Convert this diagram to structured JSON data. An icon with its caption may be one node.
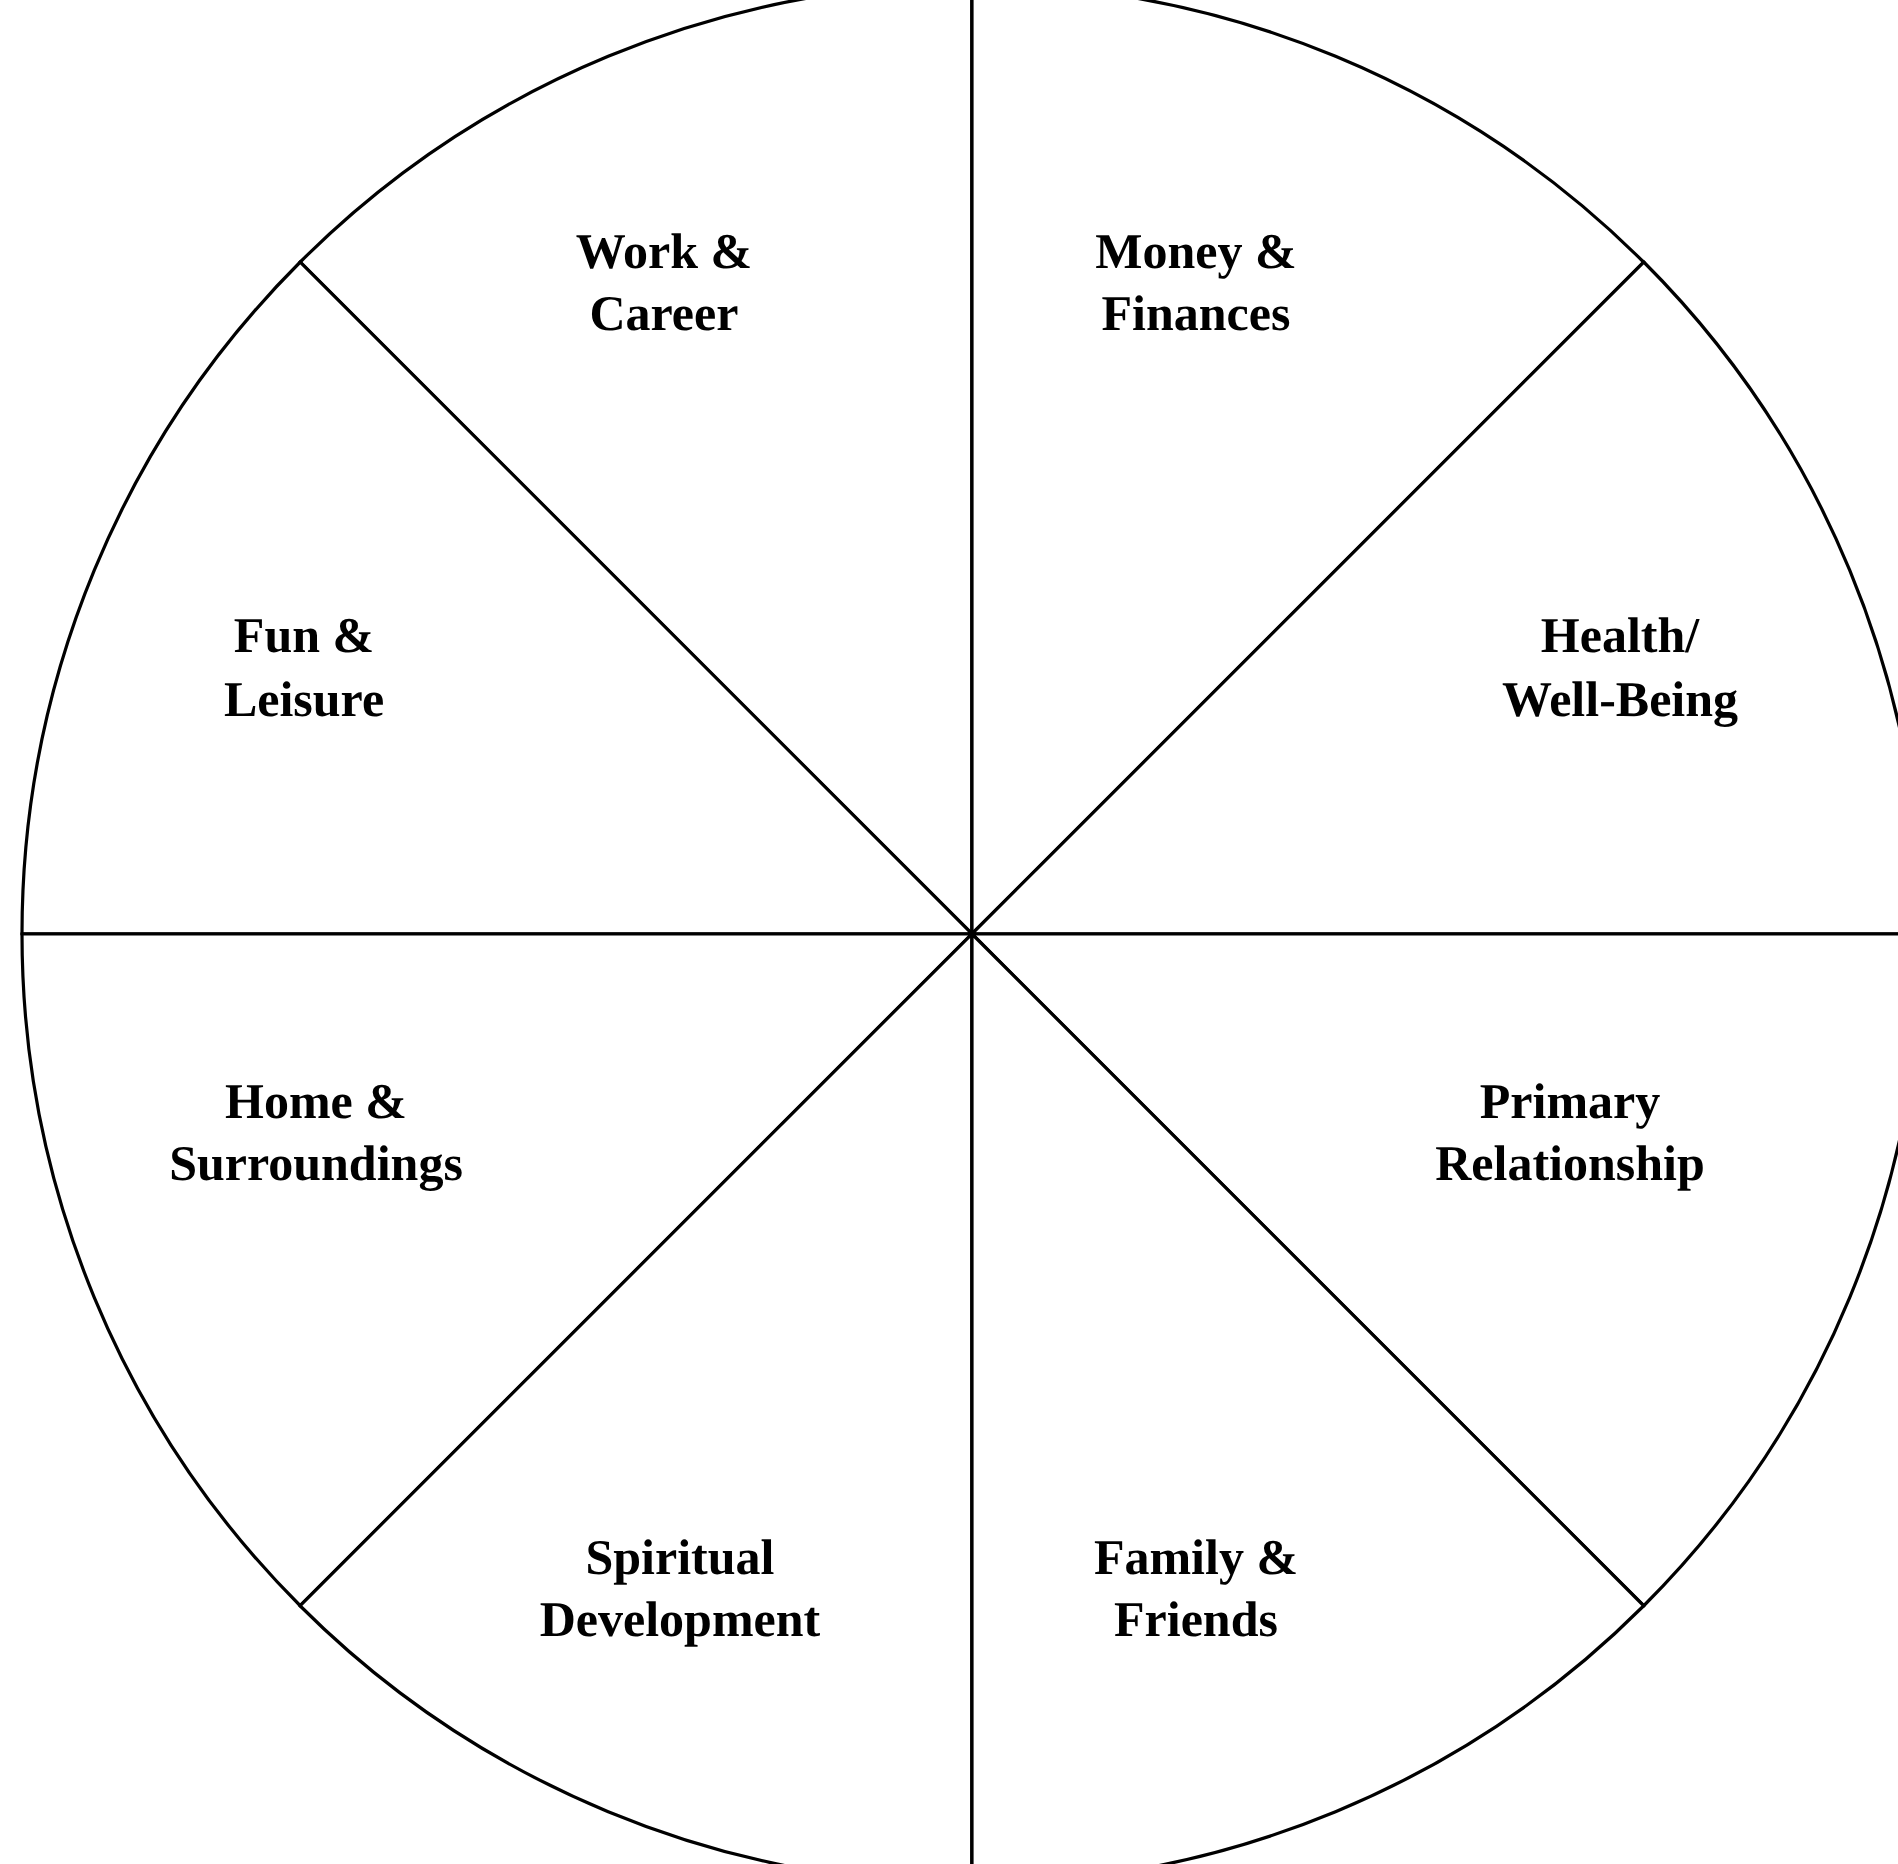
{
  "diagram": {
    "nodes": [
      {
        "text": [
          "Work & Career"
        ]
      },
      {
        "text": [
          "Money & Finances"
        ]
      },
      {
        "text": [
          "Fun & Leisure"
        ]
      },
      {
        "text": [
          "Health/ Well-Being"
        ]
      },
      {
        "text": [
          "Home & Surroundings"
        ]
      },
      {
        "text": [
          "Primary Relationship"
        ]
      },
      {
        "text": [
          "Spiritual Development"
        ]
      },
      {
        "text": [
          "Family & Friends"
        ]
      }
    ]
  }
}
